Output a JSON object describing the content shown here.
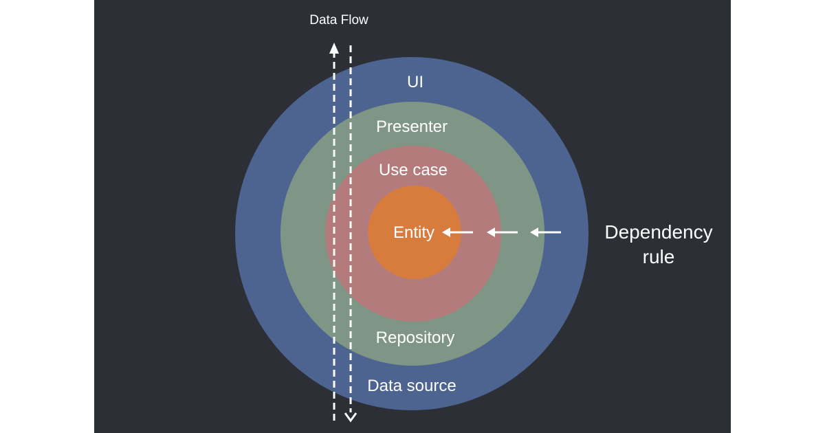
{
  "diagram": {
    "flow_label": "Data Flow",
    "layers": {
      "ui": "UI",
      "presenter": "Presenter",
      "use_case": "Use case",
      "entity": "Entity",
      "repository": "Repository",
      "data_source": "Data source"
    },
    "dependency_rule": [
      "Dependency",
      "rule"
    ],
    "colors": {
      "background": "#2d2f37",
      "ui": "#4c648f",
      "presenter": "#7f9686",
      "use_case": "#b37b7b",
      "entity": "#d87c3e",
      "arrows": "#ffffff"
    }
  }
}
